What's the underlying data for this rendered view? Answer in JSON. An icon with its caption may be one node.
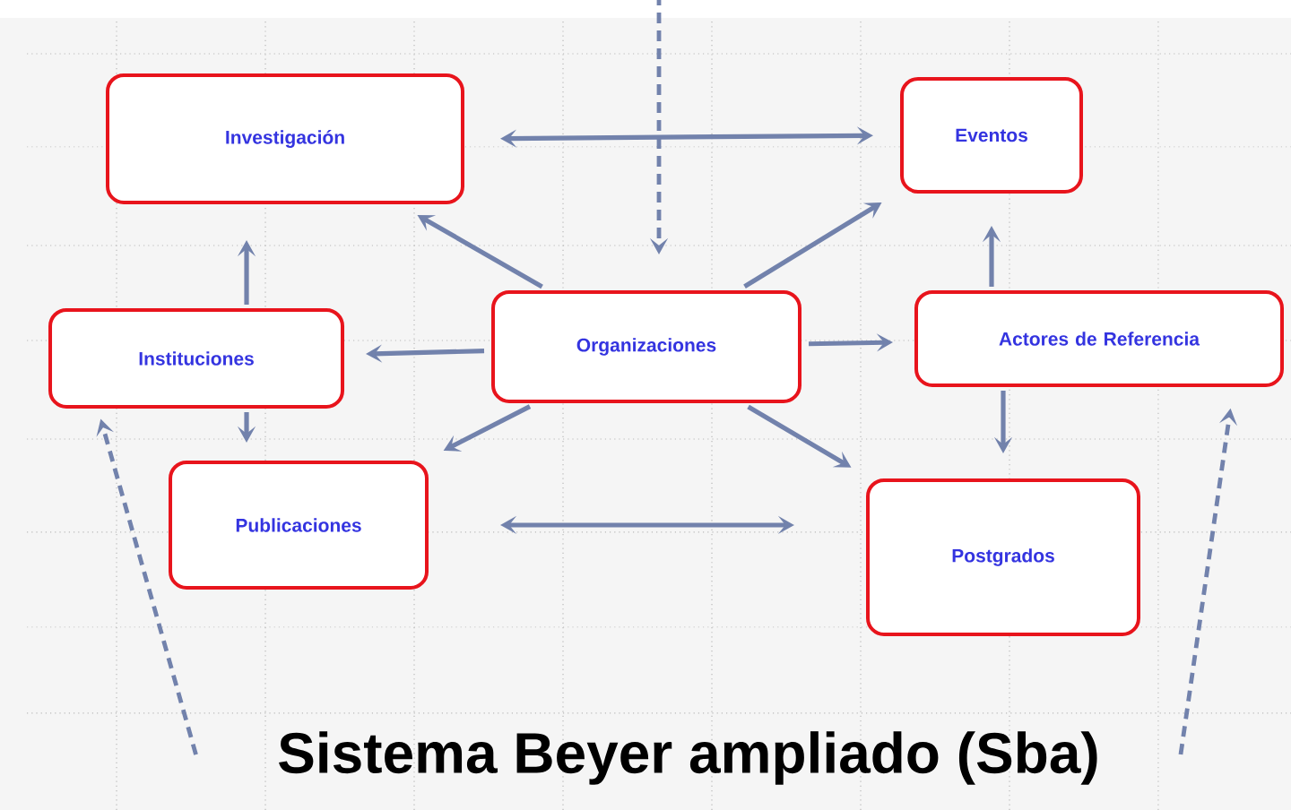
{
  "diagram": {
    "nodes": [
      {
        "text": [
          "Investigación"
        ]
      },
      {
        "text": [
          "Eventos"
        ]
      },
      {
        "text": [
          "Instituciones"
        ]
      },
      {
        "text": [
          "Organizaciones"
        ]
      },
      {
        "text": [
          "Actores de Referencia"
        ]
      },
      {
        "text": [
          "Publicaciones"
        ]
      },
      {
        "text": [
          "Postgrados"
        ]
      },
      {
        "text": [
          "Sistema Beyer ampliado (Sba)"
        ]
      }
    ],
    "edges": [
      {
        "from": 0,
        "to": 1,
        "arrow": "both"
      },
      {
        "from": 3,
        "to": 0,
        "arrow": "to"
      },
      {
        "from": 3,
        "to": 1,
        "arrow": "to"
      },
      {
        "from": 3,
        "to": 2,
        "arrow": "to"
      },
      {
        "from": 3,
        "to": 4,
        "arrow": "to"
      },
      {
        "from": 3,
        "to": 5,
        "arrow": "to"
      },
      {
        "from": 3,
        "to": 6,
        "arrow": "to"
      },
      {
        "from": 5,
        "to": 6,
        "arrow": "both"
      },
      {
        "from": 2,
        "to": 0,
        "arrow": "to"
      },
      {
        "from": 2,
        "to": 5,
        "arrow": "to"
      },
      {
        "from": 4,
        "to": 1,
        "arrow": "to"
      },
      {
        "from": 4,
        "to": 6,
        "arrow": "to"
      },
      {
        "from": null,
        "to": 3,
        "arrow": "to",
        "style": "dashed"
      },
      {
        "from": 7,
        "to": 2,
        "arrow": "to",
        "style": "dashed"
      },
      {
        "from": 7,
        "to": 4,
        "arrow": "to",
        "style": "dashed"
      }
    ]
  }
}
